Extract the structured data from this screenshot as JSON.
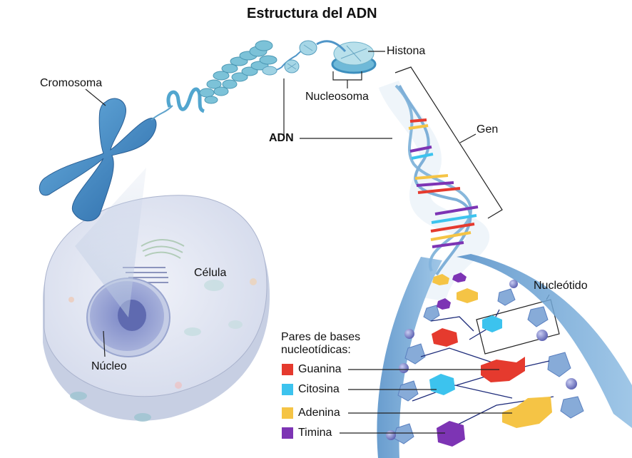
{
  "title": "Estructura del ADN",
  "labels": {
    "cromosoma": "Cromosoma",
    "histona": "Histona",
    "nucleosoma": "Nucleosoma",
    "adn": "ADN",
    "gen": "Gen",
    "celula": "Célula",
    "nucleo": "Núcleo",
    "nucleotido": "Nucleótido"
  },
  "legend": {
    "heading_line1": "Pares de bases",
    "heading_line2": "nucleotídicas:",
    "items": [
      {
        "label": "Guanina",
        "color": "#e53a2e"
      },
      {
        "label": "Citosina",
        "color": "#3cc3ee"
      },
      {
        "label": "Adenina",
        "color": "#f5c445"
      },
      {
        "label": "Timina",
        "color": "#7d34b4"
      }
    ]
  },
  "colors": {
    "chromosome": "#3f86c4",
    "dna_backbone": "#6fa3d4",
    "cell_fill": "#e4e8f4",
    "nucleus": "#8b9bd1",
    "histone": "#9fd2e3"
  }
}
